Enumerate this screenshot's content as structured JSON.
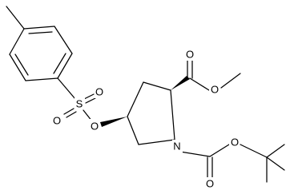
{
  "molecule": {
    "atom_labels": [
      {
        "id": "s1",
        "text": "S"
      },
      {
        "id": "o1",
        "text": "O"
      },
      {
        "id": "o2",
        "text": "O"
      },
      {
        "id": "o3",
        "text": "O"
      },
      {
        "id": "o4",
        "text": "O"
      },
      {
        "id": "o5",
        "text": "O"
      },
      {
        "id": "n1",
        "text": "N"
      },
      {
        "id": "o6",
        "text": "O"
      },
      {
        "id": "o7",
        "text": "O"
      }
    ]
  },
  "colors": {
    "bond": "#000000",
    "label": "#000000",
    "background": "#ffffff"
  }
}
